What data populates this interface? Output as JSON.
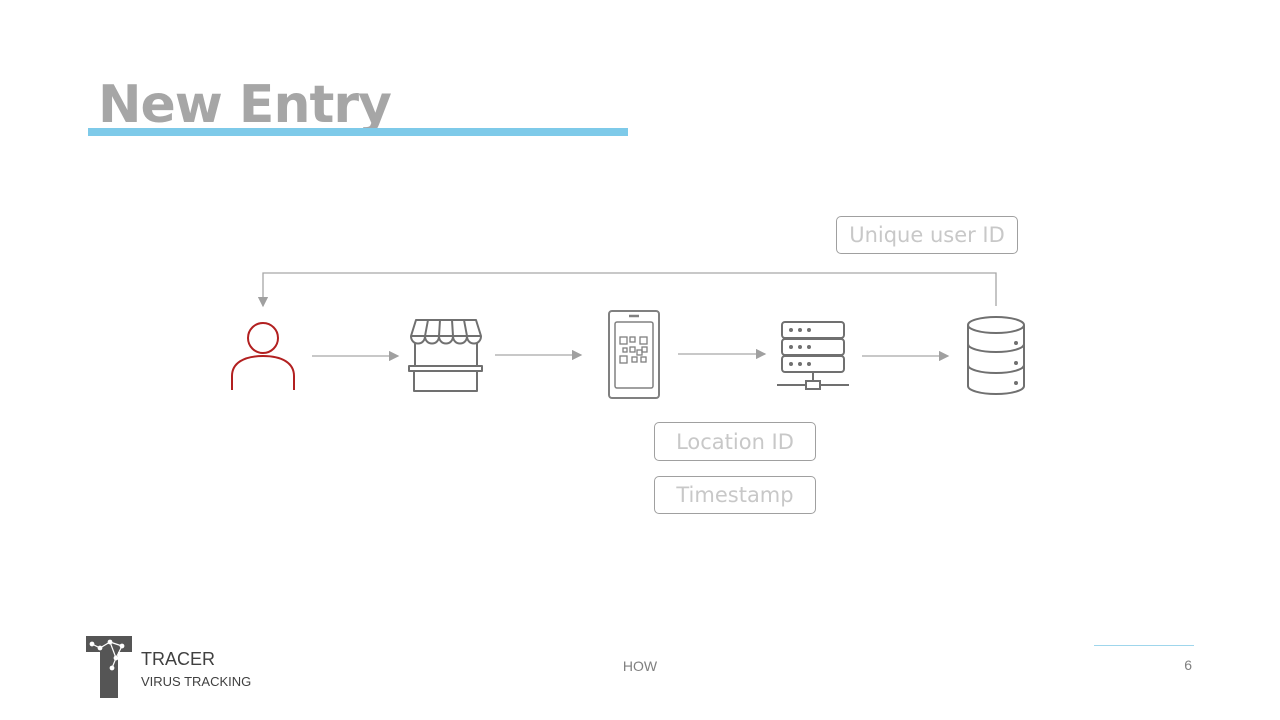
{
  "slide": {
    "title": "New Entry",
    "accent_color": "#7ecae9",
    "page_number": "6",
    "section": "HOW"
  },
  "diagram": {
    "labels": {
      "unique_user_id": "Unique user ID",
      "location_id": "Location ID",
      "timestamp": "Timestamp"
    },
    "nodes": [
      {
        "icon": "person-icon",
        "color": "#b22020"
      },
      {
        "icon": "storefront-icon"
      },
      {
        "icon": "qr-phone-icon"
      },
      {
        "icon": "server-icon"
      },
      {
        "icon": "database-icon"
      }
    ]
  },
  "brand": {
    "name": "TRACER",
    "tagline": "VIRUS TRACKING"
  }
}
